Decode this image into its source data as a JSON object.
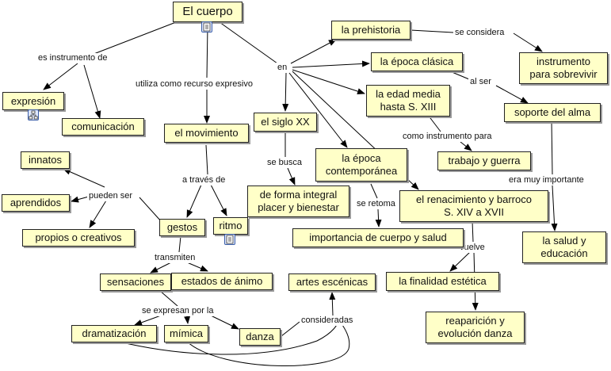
{
  "nodes": {
    "cuerpo": "El cuerpo",
    "expresion": "expresión",
    "comunicacion": "comunicación",
    "movimiento": "el movimiento",
    "prehistoria": "la prehistoria",
    "instrumento": "instrumento\npara sobrevivir",
    "clasica": "la época clásica",
    "soporte": "soporte del alma",
    "edad_media": "la edad media\nhasta S. XIII",
    "trabajo": "trabajo y guerra",
    "siglo_xx": "el siglo XX",
    "contemporanea": "la época\ncontemporánea",
    "renacimiento": "el renacimiento  y barroco\nS. XIV a XVII",
    "salud_educacion": "la salud y\neducación",
    "integral": "de forma integral\nplacer y bienestar",
    "importancia": "importancia de cuerpo y salud",
    "finalidad": "la finalidad estética",
    "reaparicion": "reaparición y\nevolución danza",
    "innatos": "innatos",
    "aprendidos": "aprendidos",
    "propios": "propios o creativos",
    "gestos": "gestos",
    "ritmo": "ritmo",
    "sensaciones": "sensaciones",
    "estados": "estados de ánimo",
    "artes": "artes escénicas",
    "dramatizacion": "dramatización",
    "mimica": "mímica",
    "danza": "danza"
  },
  "links": {
    "es_instrumento": "es instrumento de",
    "utiliza": "utiliza como recurso expresivo",
    "en": "en",
    "se_considera": "se considera",
    "al_ser": "al ser",
    "como_instrumento": "como instrumento para",
    "se_busca": "se busca",
    "era_muy": "era muy importante",
    "se_retoma": "se retoma",
    "vuelve": "vuelve",
    "a_traves": "a través de",
    "pueden_ser": "pueden ser",
    "transmiten": "transmiten",
    "se_expresan": "se expresan por la",
    "consideradas": "consideradas"
  },
  "icons": {
    "cuerpo_icon": "document-icon",
    "expresion_icon": "concept-map-icon",
    "ritmo_icon": "document-icon"
  },
  "colors": {
    "node_fill": "#ffffc8",
    "node_border": "#222222",
    "line": "#000000"
  }
}
